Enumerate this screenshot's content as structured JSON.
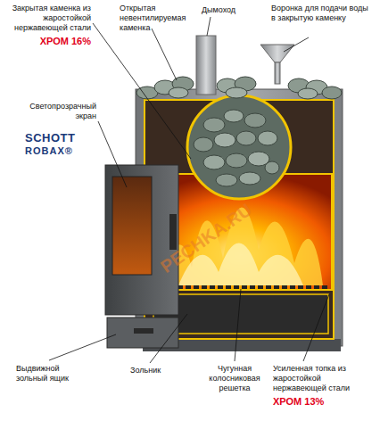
{
  "diagram": {
    "labels": [
      "Закрытая каменка из жаростойкой нержавеющей стали",
      "ХРОМ 16%",
      "Открытая невентилируемая каменка",
      "Дымоход",
      "Воронка для подачи воды в закрытую каменку",
      "Светопрозрачный экран",
      "SCHOTT",
      "ROBAX®",
      "Выдвижной зольный ящик",
      "Зольник",
      "Чугунная колосниковая решетка",
      "Усиленная топка из жаростойкой нержавеющей стали",
      "ХРОМ 13%",
      "PECHKA.RU"
    ]
  }
}
